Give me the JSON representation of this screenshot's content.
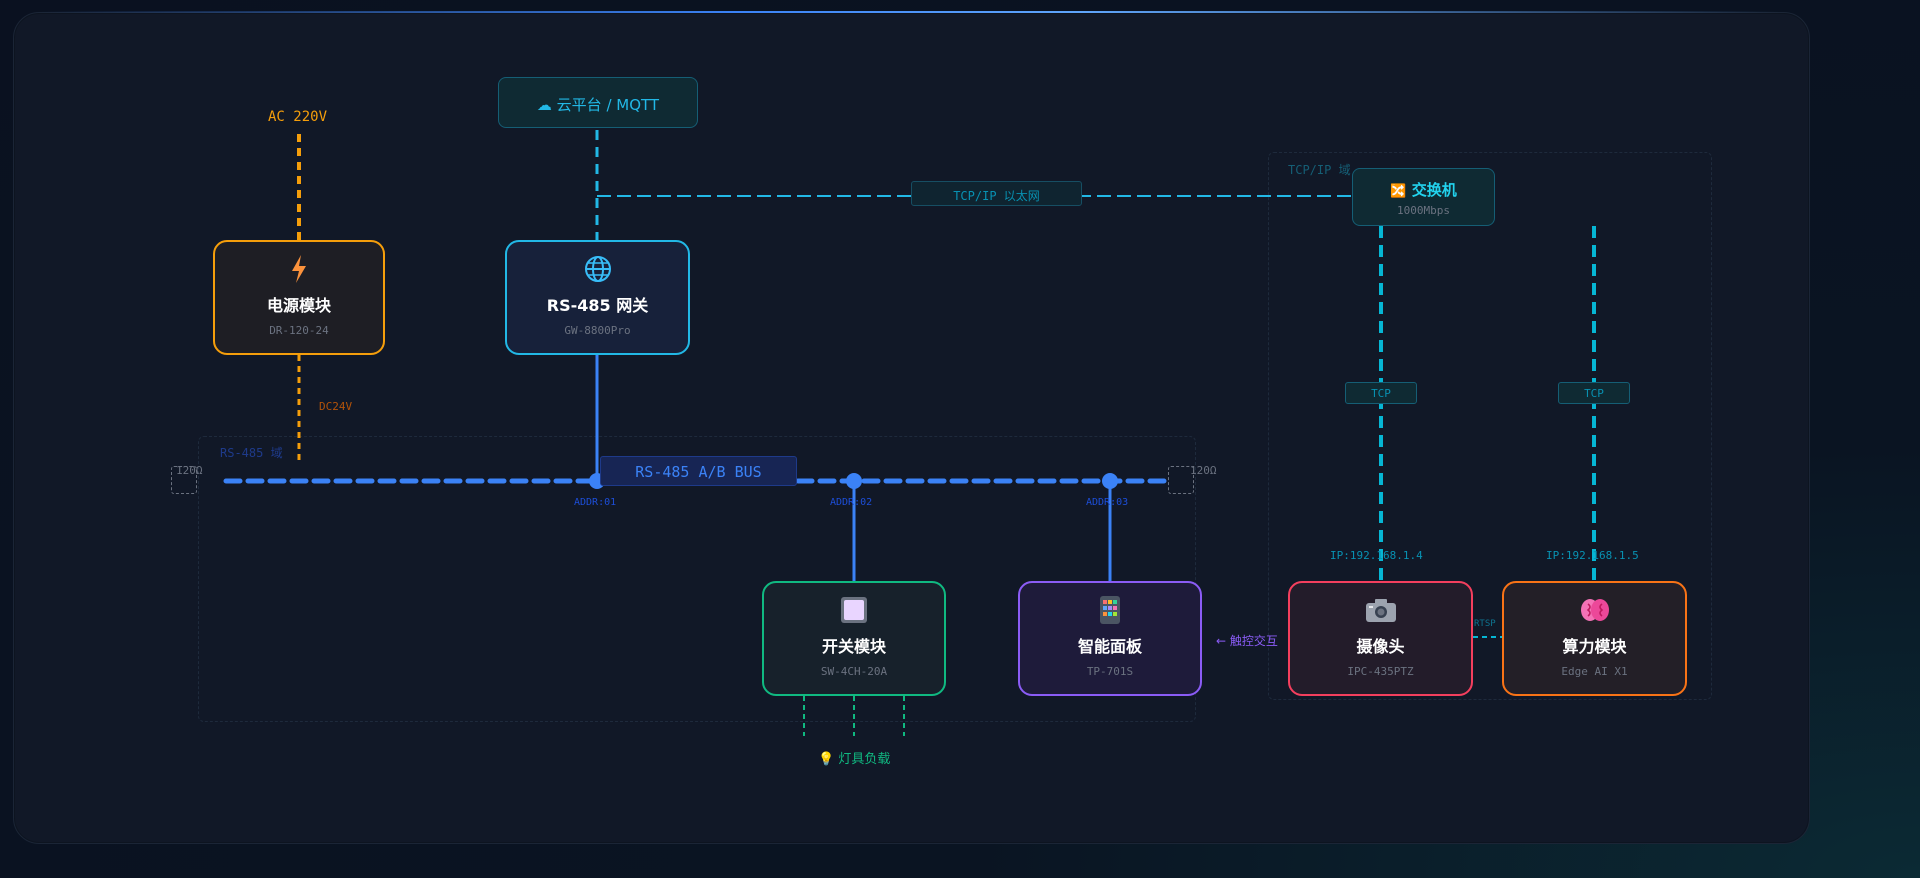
{
  "zones": {
    "rs485": "RS-485 域",
    "tcpip": "TCP/IP 域"
  },
  "cloud": {
    "icon": "cloud-icon",
    "label": "☁ 云平台 / MQTT"
  },
  "power_input": {
    "label": "AC 220V",
    "dc_label": "DC24V"
  },
  "tcp_link_label": "TCP/IP 以太网",
  "switch": {
    "icon": "network-switch-icon",
    "glyph": "🔀",
    "name": "交换机",
    "speed": "1000Mbps"
  },
  "nodes": {
    "power": {
      "icon": "lightning-icon",
      "name": "电源模块",
      "model": "DR-120-24"
    },
    "gateway": {
      "icon": "globe-icon",
      "name": "RS-485 网关",
      "model": "GW-8800Pro"
    },
    "switch_module": {
      "icon": "switch-square-icon",
      "name": "开关模块",
      "model": "SW-4CH-20A"
    },
    "panel": {
      "icon": "touch-panel-icon",
      "name": "智能面板",
      "model": "TP-701S"
    },
    "camera": {
      "icon": "camera-icon",
      "name": "摄像头",
      "model": "IPC-435PTZ"
    },
    "compute": {
      "icon": "brain-icon",
      "name": "算力模块",
      "model": "Edge AI X1"
    }
  },
  "bus": {
    "label": "RS-485 A/B BUS",
    "term_left": "120Ω",
    "term_right": "120Ω",
    "addr": [
      "ADDR:01",
      "ADDR:02",
      "ADDR:03"
    ]
  },
  "tcp_badges": [
    "TCP",
    "TCP"
  ],
  "ips": [
    "IP:192.168.1.4",
    "IP:192.168.1.5"
  ],
  "panel_link_label": "← 触控交互",
  "rtsp_label": "RTSP",
  "load_label": "💡 灯具负载",
  "colors": {
    "power": "#f59e0b",
    "gateway": "#22b8e6",
    "bus": "#3b82f6",
    "switch_module": "#10b981",
    "panel": "#8b5cf6",
    "camera": "#f43f5e",
    "compute": "#f97316",
    "tcp": "#06b6d4"
  }
}
